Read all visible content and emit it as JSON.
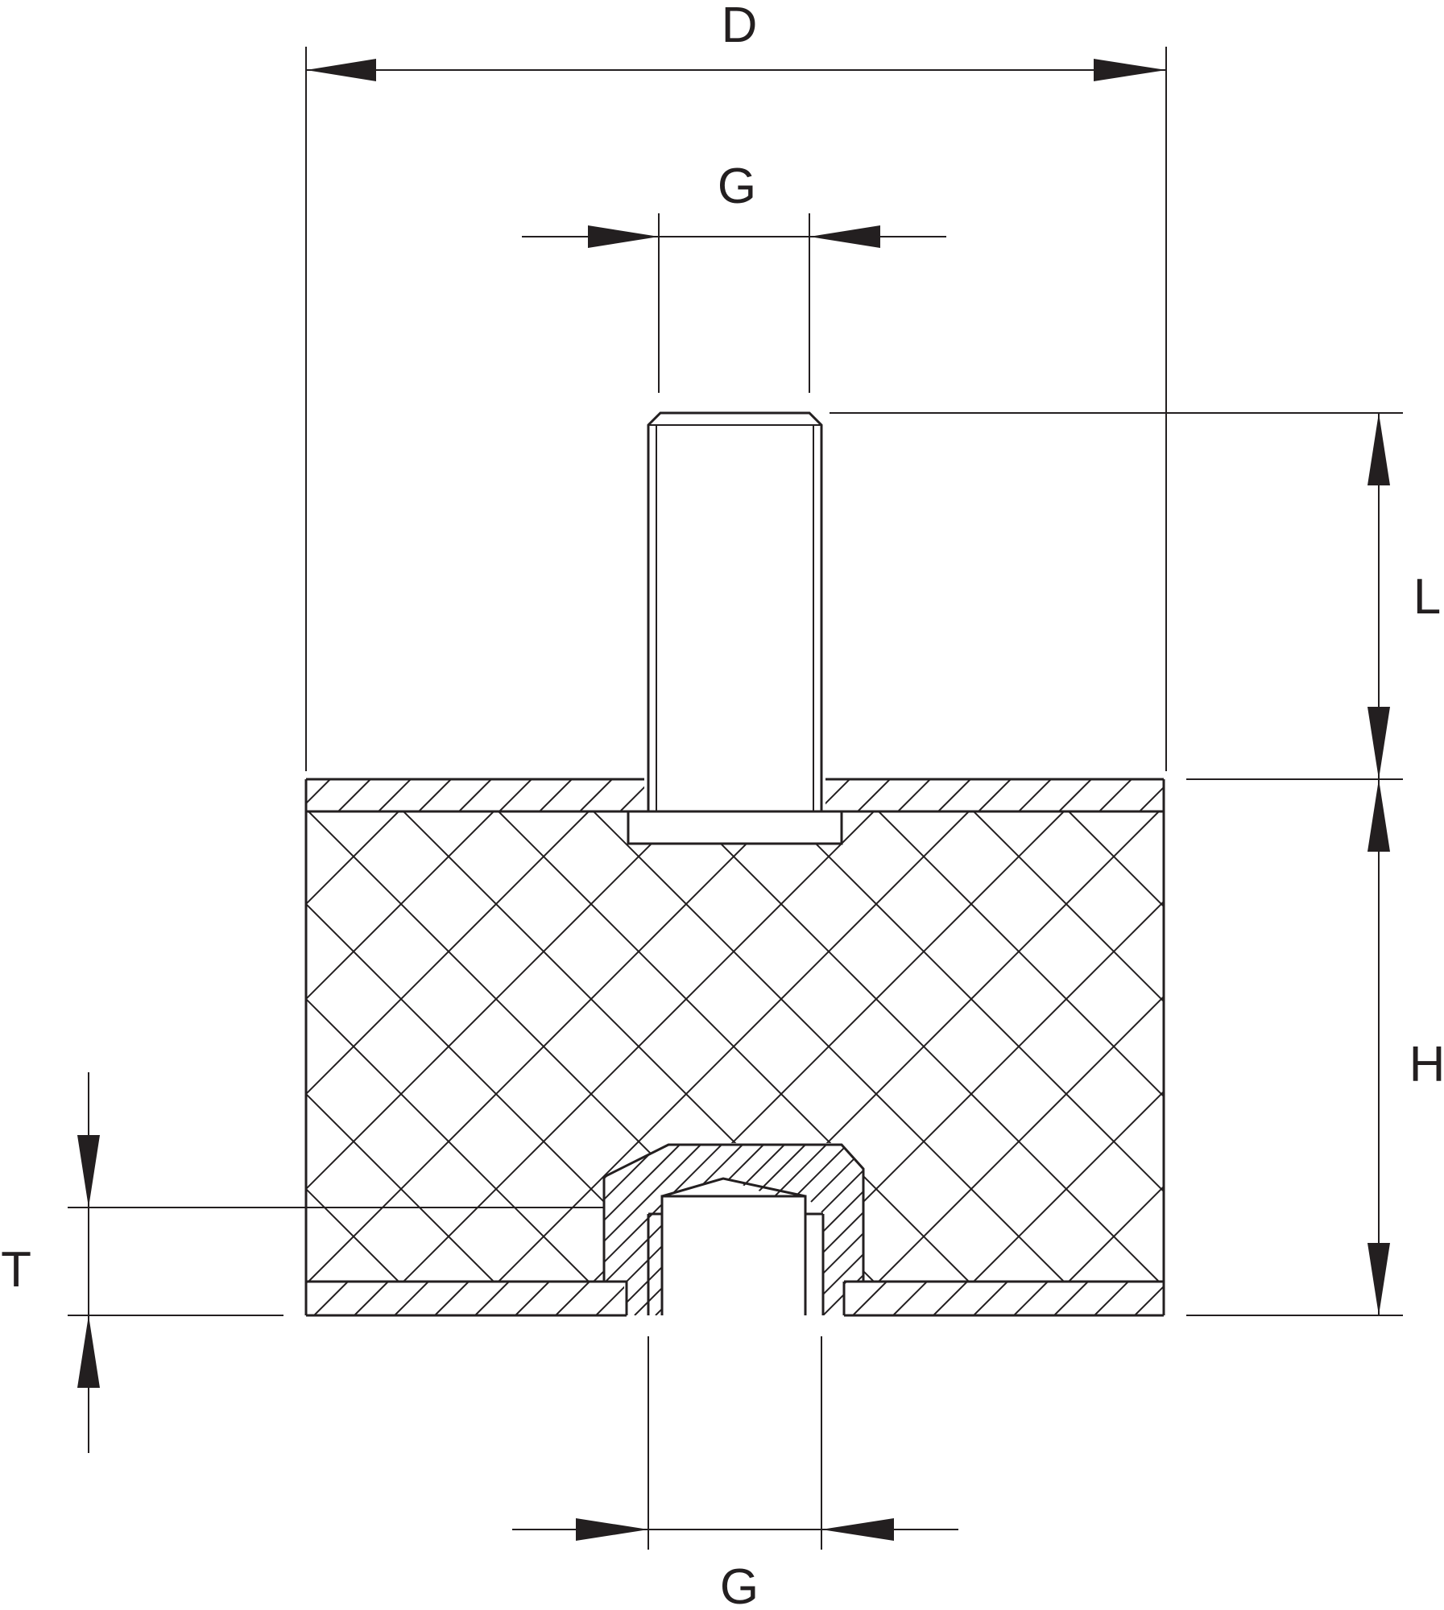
{
  "labels": {
    "diameter": "D",
    "thread_top": "G",
    "stud_length": "L",
    "height": "H",
    "thread_depth": "T",
    "thread_bottom": "G"
  },
  "colors": {
    "line": "#231f20",
    "background": "#ffffff"
  }
}
